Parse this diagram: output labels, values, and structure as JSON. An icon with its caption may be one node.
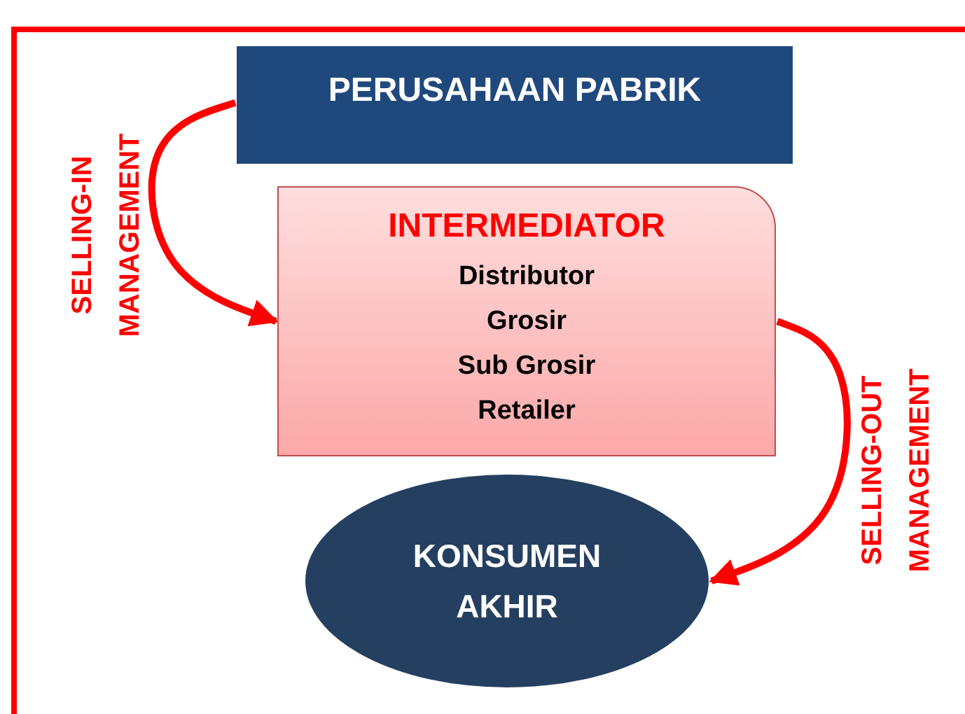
{
  "diagram": {
    "nodes": [
      {
        "text": [
          "PERUSAHAAN PABRIK"
        ]
      },
      {
        "text": [
          "INTERMEDIATOR",
          "Distributor",
          "Grosir",
          "Sub Grosir",
          "Retailer"
        ]
      },
      {
        "text": [
          "KONSUMEN AKHIR"
        ]
      }
    ],
    "edges": [
      {
        "from": 0,
        "to": 1,
        "arrow": "to",
        "label": "SELLING-IN MANAGEMENT"
      },
      {
        "from": 1,
        "to": 2,
        "arrow": "to",
        "label": "SELLING-OUT MANAGEMENT"
      }
    ]
  }
}
